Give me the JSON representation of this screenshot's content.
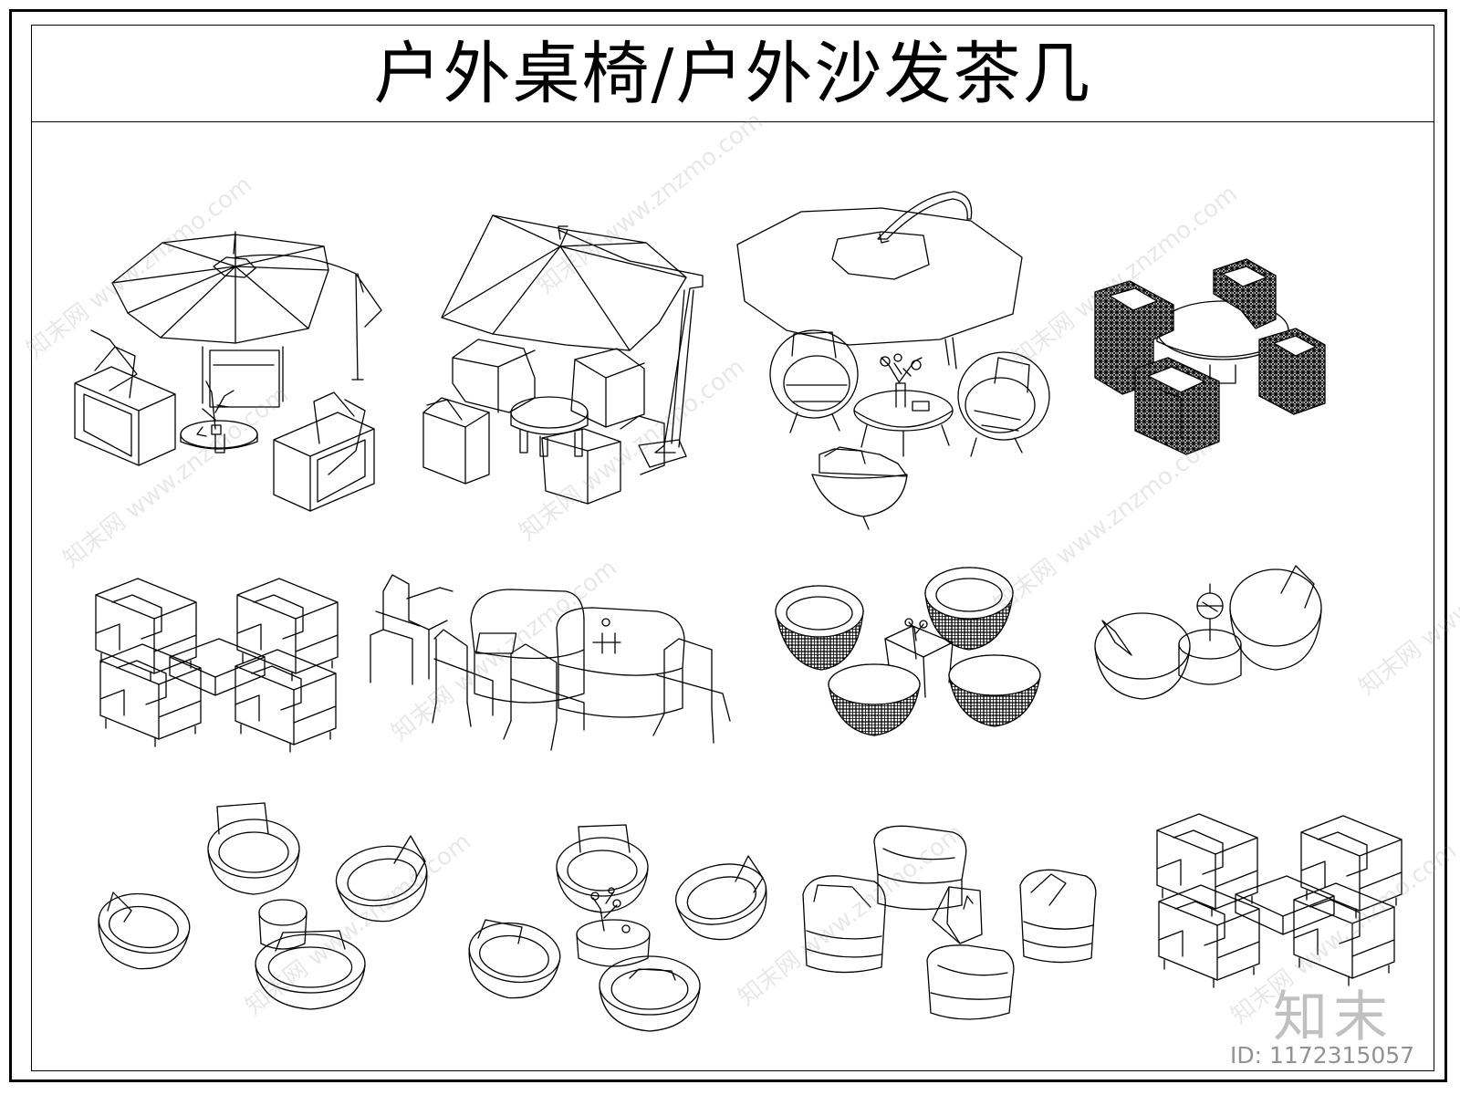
{
  "title": "户外桌椅/户外沙发茶几",
  "watermark": "知末网 www.znzmo.com",
  "brand": "知末",
  "id_label": "ID: 1172315057",
  "groups": [
    {
      "name": "group-umbrella-armchairs",
      "icon": "umbrella-sofa-set-icon"
    },
    {
      "name": "group-umbrella-blocks",
      "icon": "umbrella-block-chairs-icon"
    },
    {
      "name": "group-umbrella-egg-chairs",
      "icon": "umbrella-egg-chairs-icon"
    },
    {
      "name": "group-rattan-block-set",
      "icon": "rattan-sofa-set-icon"
    },
    {
      "name": "group-four-sofas-table",
      "icon": "sofa-table-set-icon"
    },
    {
      "name": "group-dining-tables-chairs",
      "icon": "dining-set-icon"
    },
    {
      "name": "group-woven-basket-chairs",
      "icon": "basket-chairs-icon"
    },
    {
      "name": "group-two-egg-chairs",
      "icon": "egg-chairs-icon"
    },
    {
      "name": "group-four-bowl-chairs",
      "icon": "bowl-chairs-icon"
    },
    {
      "name": "group-bowl-chairs-plant-table",
      "icon": "bowl-chairs-table-icon"
    },
    {
      "name": "group-curved-lounge-set",
      "icon": "lounge-set-icon"
    },
    {
      "name": "group-sofa-table-right",
      "icon": "sofa-table-set-icon"
    }
  ]
}
